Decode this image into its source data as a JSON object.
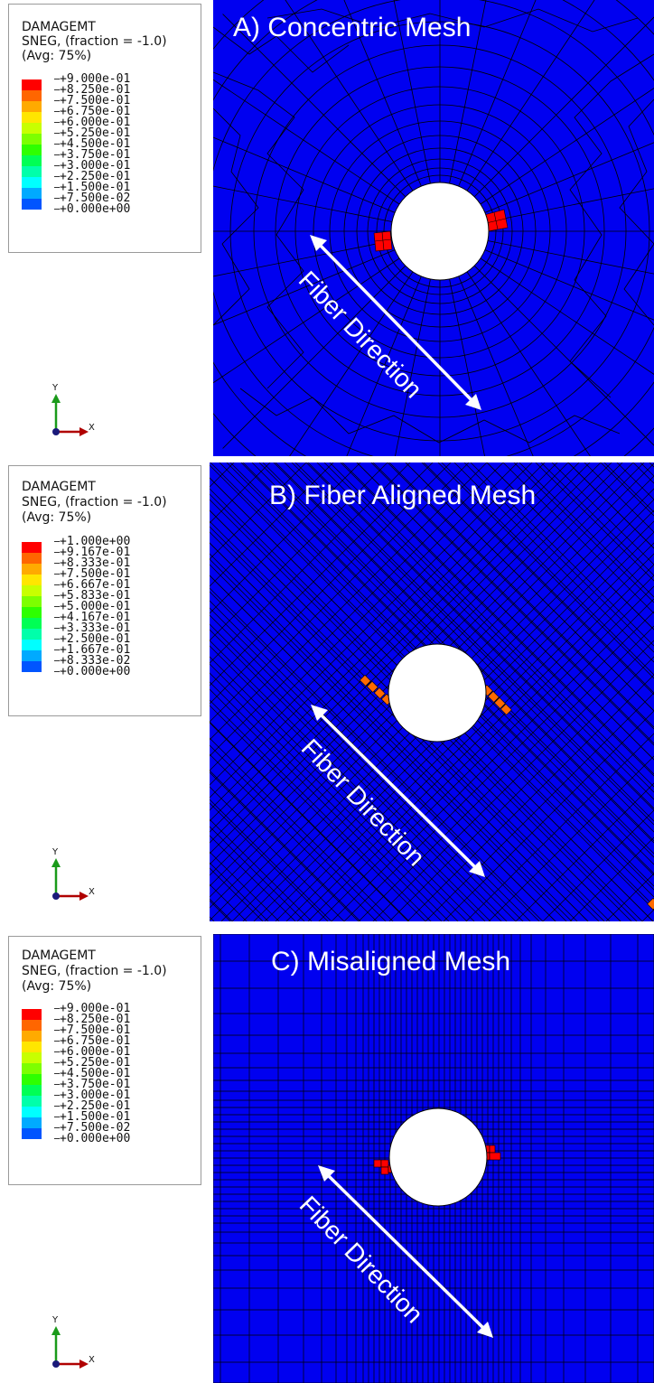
{
  "panels": [
    {
      "title": "A) Concentric Mesh",
      "mesh_type": "concentric",
      "fiber_label": "Fiber Direction",
      "legend": {
        "variable": "DAMAGEMT",
        "component": "SNEG, (fraction = -1.0)",
        "averaging": "(Avg: 75%)",
        "values": [
          "+9.000e-01",
          "+8.250e-01",
          "+7.500e-01",
          "+6.750e-01",
          "+6.000e-01",
          "+5.250e-01",
          "+4.500e-01",
          "+3.750e-01",
          "+3.000e-01",
          "+2.250e-01",
          "+1.500e-01",
          "+7.500e-02",
          "+0.000e+00"
        ]
      },
      "axis": {
        "y": "Y",
        "x": "X"
      }
    },
    {
      "title": "B) Fiber Aligned Mesh",
      "mesh_type": "fiber-aligned",
      "fiber_label": "Fiber Direction",
      "legend": {
        "variable": "DAMAGEMT",
        "component": "SNEG, (fraction = -1.0)",
        "averaging": "(Avg: 75%)",
        "values": [
          "+1.000e+00",
          "+9.167e-01",
          "+8.333e-01",
          "+7.500e-01",
          "+6.667e-01",
          "+5.833e-01",
          "+5.000e-01",
          "+4.167e-01",
          "+3.333e-01",
          "+2.500e-01",
          "+1.667e-01",
          "+8.333e-02",
          "+0.000e+00"
        ]
      },
      "axis": {
        "y": "Y",
        "x": "X"
      }
    },
    {
      "title": "C) Misaligned Mesh",
      "mesh_type": "misaligned",
      "fiber_label": "Fiber Direction",
      "legend": {
        "variable": "DAMAGEMT",
        "component": "SNEG, (fraction = -1.0)",
        "averaging": "(Avg: 75%)",
        "values": [
          "+9.000e-01",
          "+8.250e-01",
          "+7.500e-01",
          "+6.750e-01",
          "+6.000e-01",
          "+5.250e-01",
          "+4.500e-01",
          "+3.750e-01",
          "+3.000e-01",
          "+2.250e-01",
          "+1.500e-01",
          "+7.500e-02",
          "+0.000e+00"
        ]
      },
      "axis": {
        "y": "Y",
        "x": "X"
      }
    }
  ],
  "colors": {
    "mesh_background": "#0000f0",
    "mesh_lines": "#000000",
    "damage_red": "#ff0000",
    "damage_orange": "#ff6a00",
    "hole": "#ffffff",
    "text_on_mesh": "#ffffff",
    "contour_scale": [
      "#ff0000",
      "#ff6600",
      "#ffaa00",
      "#ffe600",
      "#c8ff00",
      "#7dff00",
      "#2eff00",
      "#00ff55",
      "#00ffaa",
      "#00ffff",
      "#00aaff",
      "#0055ff",
      "#0000ff"
    ]
  }
}
